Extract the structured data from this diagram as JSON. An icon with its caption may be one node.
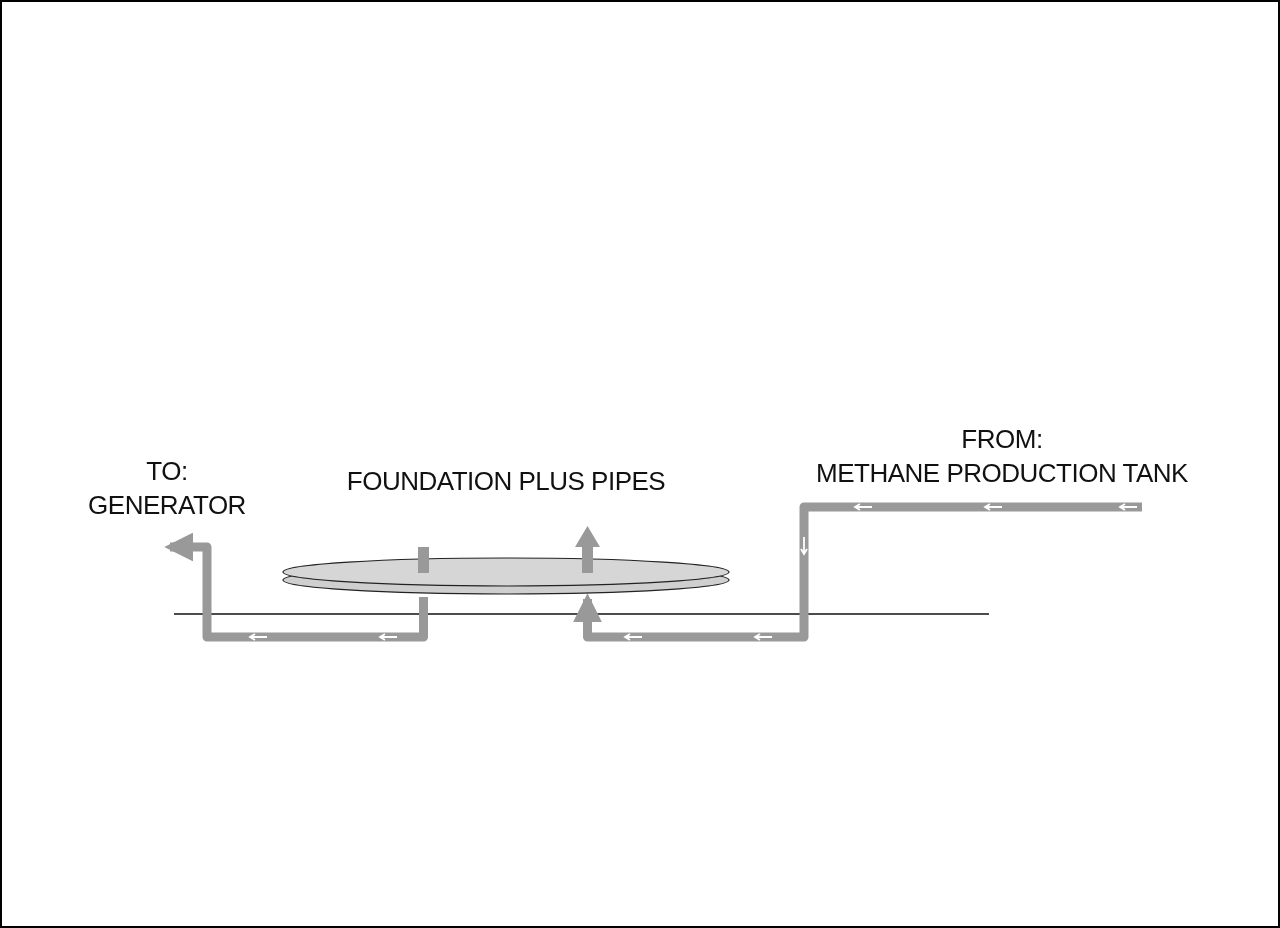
{
  "diagram": {
    "nodes": [
      {
        "text": [
          "TO:",
          "GENERATOR"
        ]
      },
      {
        "text": [
          "FOUNDATION PLUS PIPES"
        ]
      },
      {
        "text": [
          "FROM:",
          "METHANE PRODUCTION TANK"
        ]
      }
    ],
    "edges": [
      {
        "from": 2,
        "to": 1,
        "arrow": "to"
      },
      {
        "from": 1,
        "to": 0,
        "arrow": "to"
      }
    ]
  }
}
